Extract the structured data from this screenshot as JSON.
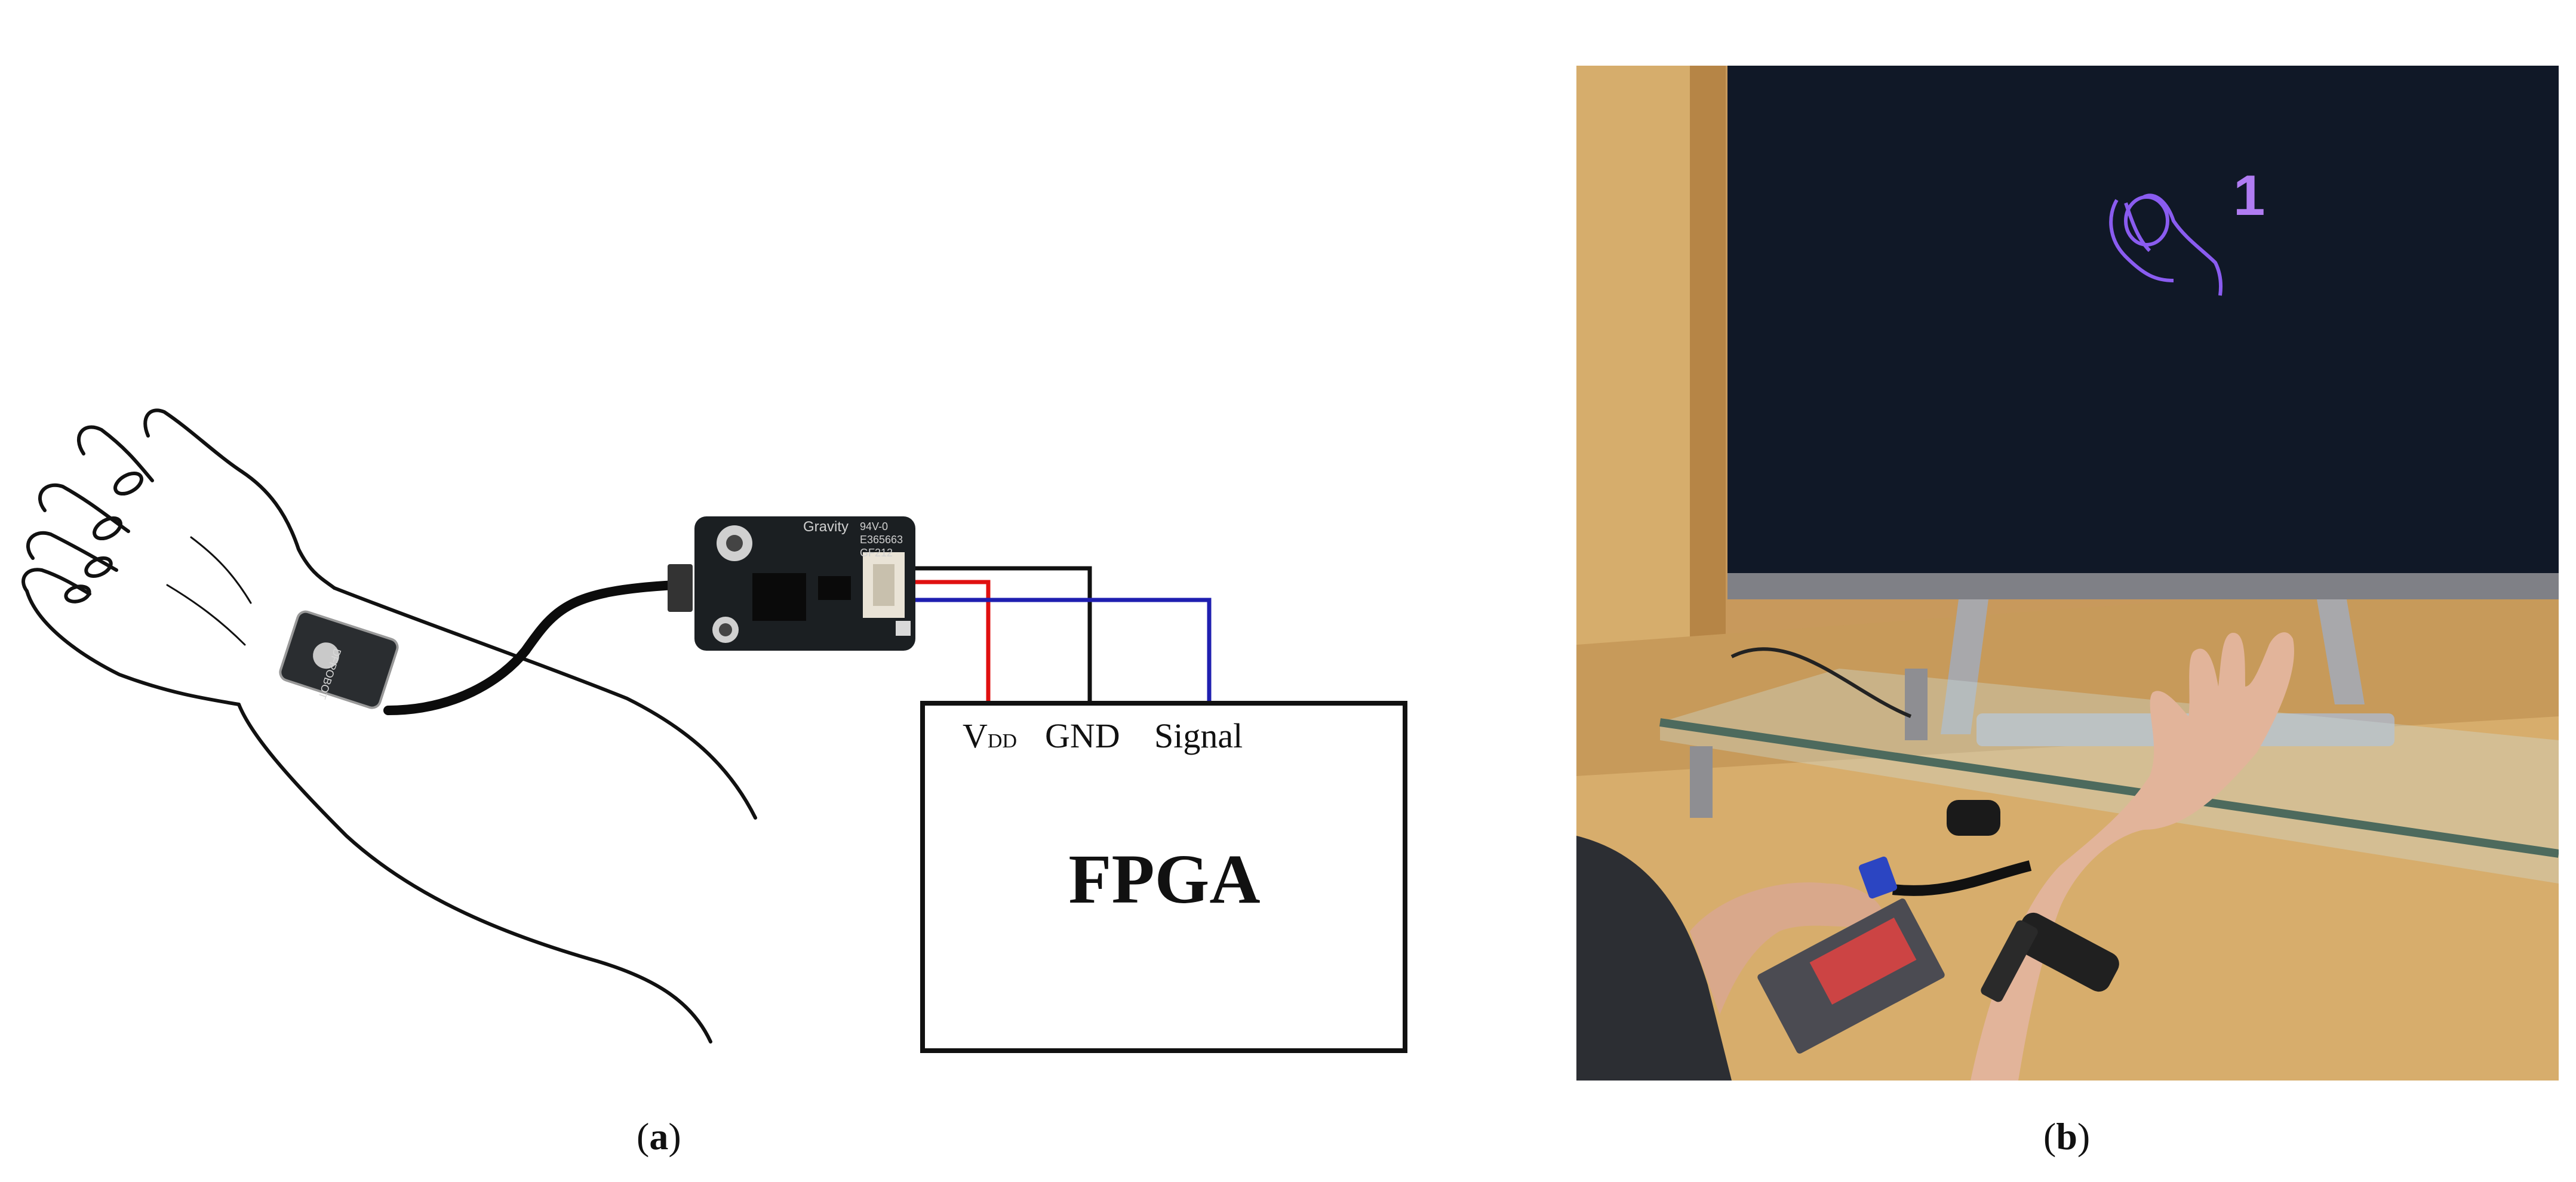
{
  "panel_a": {
    "caption_open": "(",
    "caption_letter": "a",
    "caption_close": ")",
    "board_brand": "Gravity",
    "board_code1": "94V-0",
    "board_code2": "E365663",
    "board_code3": "GF212",
    "sensor_text": "DFROBOT",
    "pin_vdd_main": "V",
    "pin_vdd_sub": "DD",
    "pin_gnd": "GND",
    "pin_signal": "Signal",
    "fpga_label": "FPGA",
    "colors": {
      "vdd_wire": "#e01010",
      "gnd_wire": "#111111",
      "signal_wire": "#1f1fb0",
      "board": "#1b1f22"
    }
  },
  "panel_b": {
    "caption_open": "(",
    "caption_letter": "b",
    "caption_close": ")",
    "screen_digit": "1",
    "colors": {
      "screen": "#101827",
      "hand_outline": "#8a5cf0",
      "desk": "#c79a5a"
    }
  }
}
